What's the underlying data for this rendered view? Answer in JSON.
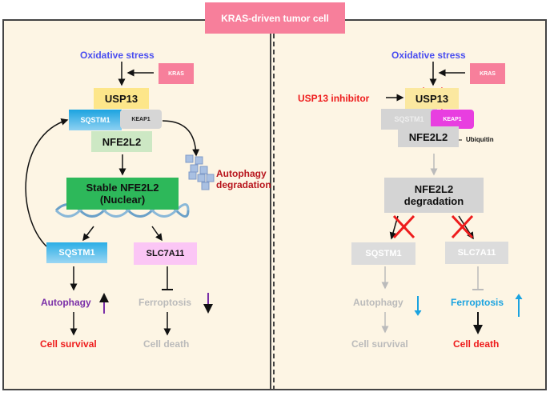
{
  "title": "KRAS-driven tumor cell",
  "left": {
    "oxidative_stress": "Oxidative stress",
    "kras": "KRAS",
    "usp13": "USP13",
    "sqstm1": "SQSTM1",
    "keap1": "KEAP1",
    "nfe2l2": "NFE2L2",
    "stable_line1": "Stable NFE2L2",
    "stable_line2": "(Nuclear)",
    "autophagy_deg_1": "Autophagy",
    "autophagy_deg_2": "degradation",
    "sqstm1_target": "SQSTM1",
    "slc7a11": "SLC7A11",
    "autophagy": "Autophagy",
    "ferroptosis": "Ferroptosis",
    "cell_survival": "Cell survival",
    "cell_death": "Cell death"
  },
  "right": {
    "oxidative_stress": "Oxidative stress",
    "kras": "KRAS",
    "inhibitor": "USP13 inhibitor",
    "usp13": "USP13",
    "sqstm1": "SQSTM1",
    "keap1": "KEAP1",
    "nfe2l2": "NFE2L2",
    "ubiquitin": "Ubiquitin",
    "deg_line1": "NFE2L2",
    "deg_line2": "degradation",
    "sqstm1_target": "SQSTM1",
    "slc7a11": "SLC7A11",
    "autophagy": "Autophagy",
    "ferroptosis": "Ferroptosis",
    "cell_survival": "Cell survival",
    "cell_death": "Cell death"
  },
  "colors": {
    "blue": "#4a4ef0",
    "red": "#ee1c1c",
    "purple": "#7a2fa8",
    "cyan": "#1ba3e0",
    "gray": "#bbbbbb",
    "pink": "#f77f9b",
    "magenta": "#e83ee0"
  }
}
